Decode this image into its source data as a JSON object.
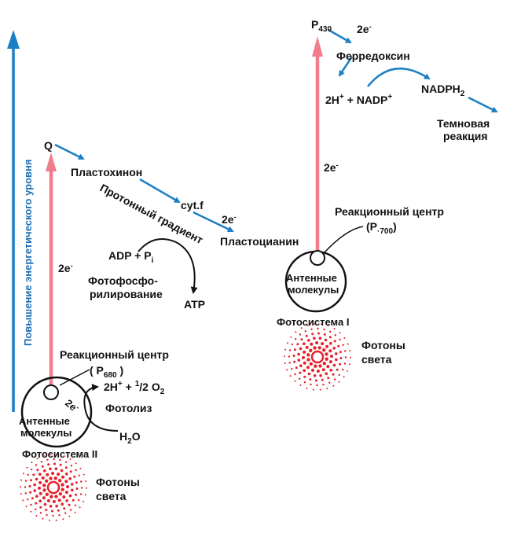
{
  "colors": {
    "blue_arrow": "#1b7fc4",
    "pink_arrow": "#f07c8c",
    "axis_blue": "#1f6fb3",
    "photon_red": "#e8202a",
    "text": "#111111"
  },
  "axis_label": "Повышение энергетического уровня",
  "ps2": {
    "reaction_center_label": "Реакционный центр",
    "reaction_center_code_open": "( P",
    "reaction_center_code_sub": "680",
    "reaction_center_code_close": " )",
    "antenna_line1": "Антенные",
    "antenna_line2": "молекулы",
    "system_name": "Фотосистема II",
    "electrons": "2e",
    "photolysis": "Фотолиз",
    "water_H": "H",
    "water_sub": "2",
    "water_O": "O",
    "products_a": "2H",
    "products_b": " + ",
    "products_half_num": "1",
    "products_half_den": "/2 O",
    "products_o_sub": "2",
    "photons_line1": "Фотоны",
    "photons_line2": "света"
  },
  "chain": {
    "q": "Q",
    "uphill_electrons": "2e",
    "plastoquinone": "Пластохинон",
    "proton_gradient": "Протонный градиент",
    "cytf": "cyt.f",
    "electrons": "2e",
    "plastocyanin": "Пластоцианин",
    "adp_a": "ADP + P",
    "adp_sub": "i",
    "photophos_line1": "Фотофосфо-",
    "photophos_line2": "рилирование",
    "atp": "ATP"
  },
  "ps1": {
    "reaction_center_label": "Реакционный центр",
    "reaction_center_code_open": "(P",
    "reaction_center_code_sub": "·700",
    "reaction_center_code_close": ")",
    "antenna_line1": "Антенные",
    "antenna_line2": "молекулы",
    "system_name": "Фотосистема I",
    "uphill_electrons": "2e",
    "p430_main": "P",
    "p430_sub": "430",
    "electrons_top": "2e",
    "ferredoxin": "Ферредоксин",
    "reactants_a": "2H",
    "reactants_b": " + NADP",
    "nadph_main": "NADPH",
    "nadph_sub": "2",
    "dark_line1": "Темновая",
    "dark_line2": "реакция",
    "photons_line1": "Фотоны",
    "photons_line2": "света"
  }
}
